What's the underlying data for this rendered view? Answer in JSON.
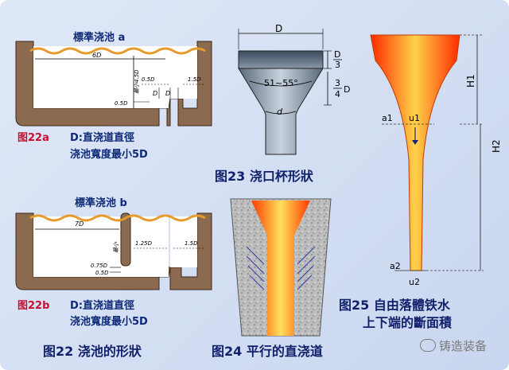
{
  "fig22a": {
    "title": "標準浇池 a",
    "dims": {
      "d6": "6D",
      "d05a": "0.5D",
      "d15": "1.5D",
      "dD1": "D",
      "dD2": "D",
      "d05b": "0.5D",
      "depth": "最小4.5D"
    },
    "fig_label": "图22a",
    "desc1": "D:直浇道直徑",
    "desc2": "浇池寬度最小5D"
  },
  "fig22b": {
    "title": "標準浇池 b",
    "dims": {
      "d7": "7D",
      "d125": "1.25D",
      "d15": "1.5D",
      "d075": "0.75D",
      "d05": "0.5D",
      "depth": "最小"
    },
    "fig_label": "图22b",
    "desc1": "D:直浇道直徑",
    "desc2": "浇池寬度最小5D"
  },
  "fig23": {
    "dimD": "D",
    "top_ratio_num": "D",
    "top_ratio_den": "3",
    "bot_ratio_num": "3",
    "bot_ratio_den": "4",
    "bot_ratio_D": "D",
    "angle": "51~55°",
    "d": "d",
    "caption": "图23 浇口杯形狀"
  },
  "fig24": {
    "caption": "图24 平行的直浇道"
  },
  "fig25": {
    "H1": "H1",
    "H2": "H2",
    "a1": "a1",
    "u1": "u1",
    "a2": "a2",
    "u2": "u2",
    "caption_line1": "图25 自由落體铁水",
    "caption_line2": "上下端的斷面積"
  },
  "bottom_caption": "图22 浇池的形狀",
  "watermark": "铸造装备",
  "colors": {
    "dark_blue": "#0d2a78",
    "red_label": "#c8102e",
    "pour_orange": "#f39a00",
    "wall_brown": "#8b6a4f",
    "mold_gray": "#c8c8c8",
    "frame_blue": "#d6e1f4"
  }
}
